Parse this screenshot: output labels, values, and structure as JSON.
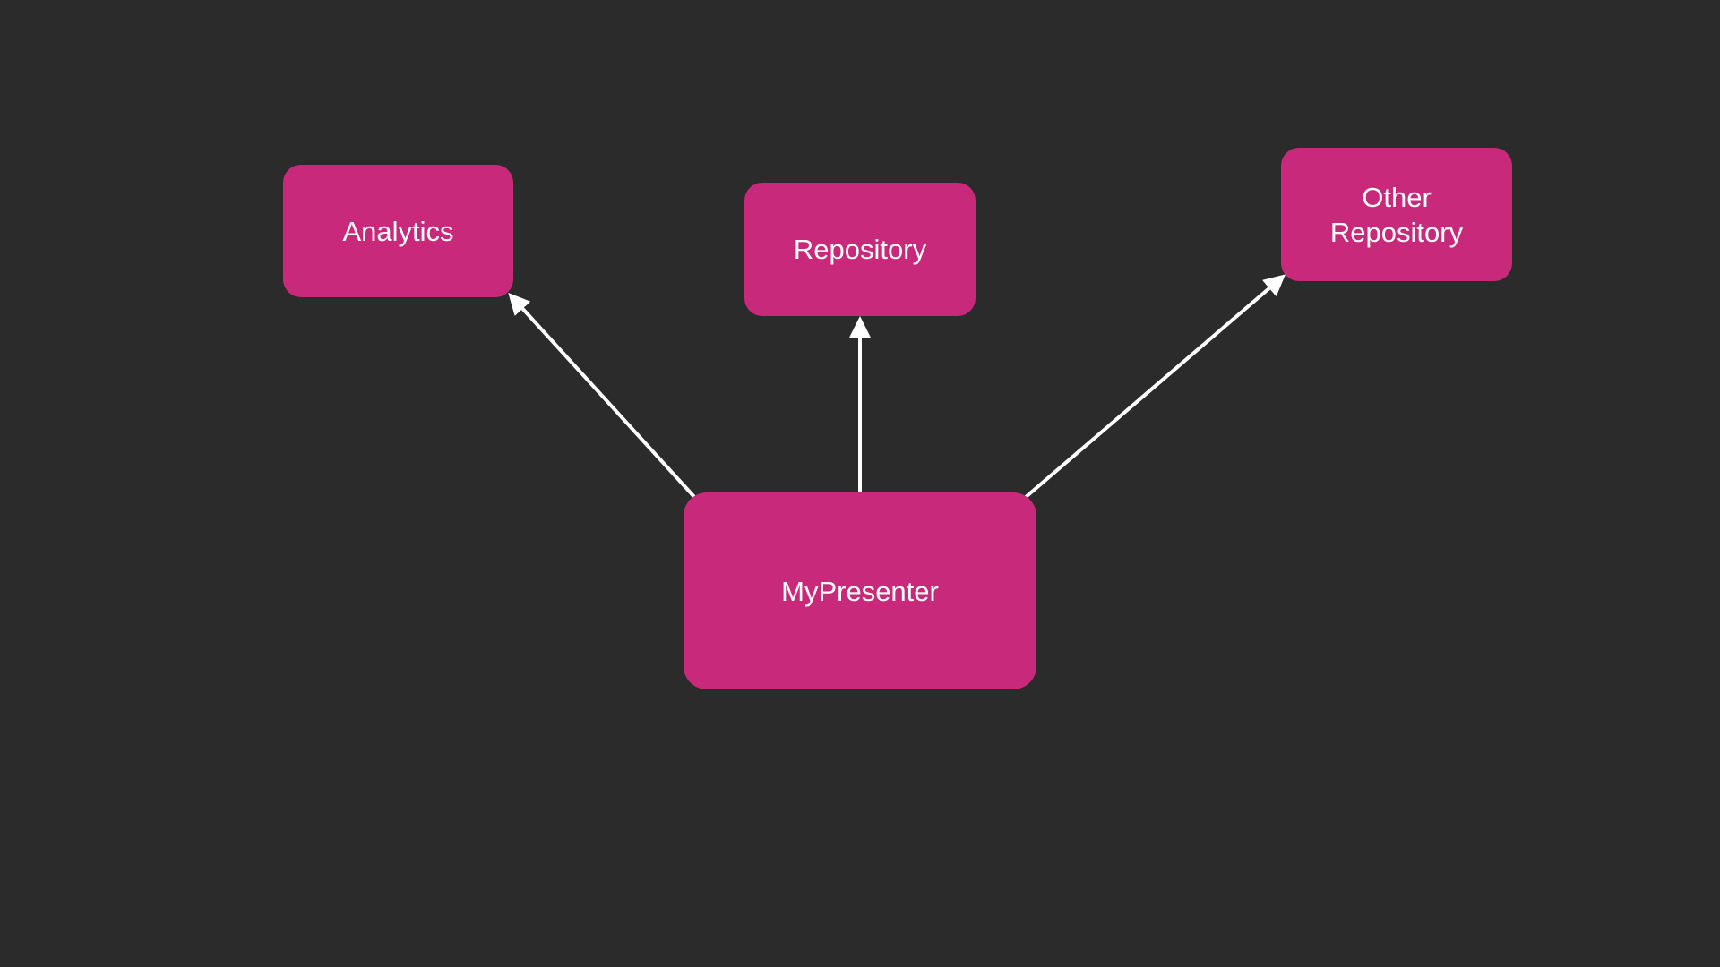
{
  "diagram": {
    "background": "#2b2b2b",
    "node_color": "#c9297a",
    "text_color": "#ffffff",
    "arrow_color": "#ffffff",
    "nodes": {
      "analytics": {
        "label": "Analytics"
      },
      "repository": {
        "label": "Repository"
      },
      "other_repository": {
        "label": "Other\nRepository"
      },
      "presenter": {
        "label": "MyPresenter"
      }
    },
    "edges": [
      {
        "from": "presenter",
        "to": "analytics"
      },
      {
        "from": "presenter",
        "to": "repository"
      },
      {
        "from": "presenter",
        "to": "other_repository"
      }
    ]
  }
}
